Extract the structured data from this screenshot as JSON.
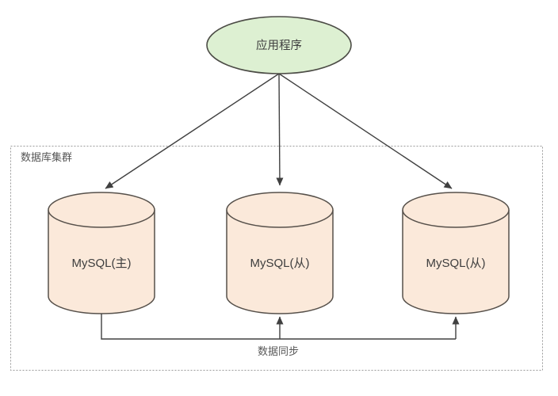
{
  "diagram": {
    "title_hint": "MySQL master-slave replication architecture",
    "application_node": {
      "label": "应用程序"
    },
    "cluster": {
      "label": "数据库集群"
    },
    "databases": [
      {
        "label": "MySQL(主)",
        "role": "master"
      },
      {
        "label": "MySQL(从)",
        "role": "replica"
      },
      {
        "label": "MySQL(从)",
        "role": "replica"
      }
    ],
    "sync_label": "数据同步"
  },
  "colors": {
    "background": "#ffffff",
    "application_fill": "#ddf0d2",
    "application_stroke": "#4c4c46",
    "database_fill": "#fbe9da",
    "database_stroke": "#56504a",
    "arrow": "#404040",
    "cluster_border": "#9a9a9a",
    "cluster_label_text": "#555555",
    "sync_label_text": "#595959",
    "node_text": "#3e3e3e"
  }
}
